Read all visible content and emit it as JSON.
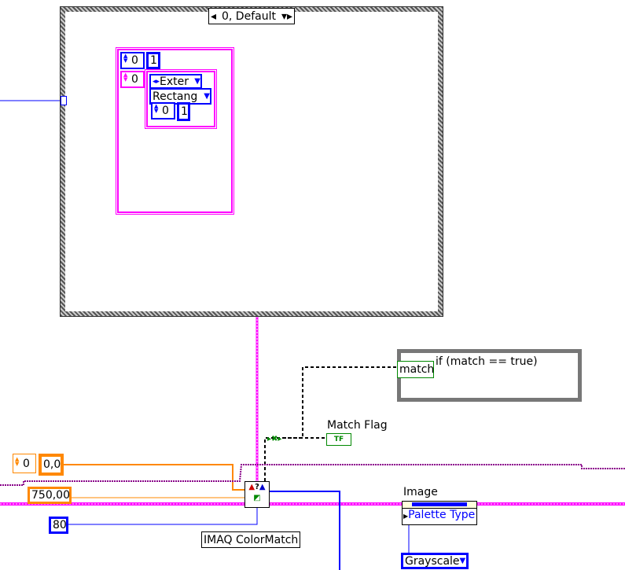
{
  "case_structure": {
    "selector": "0, Default"
  },
  "cluster_constant": {
    "array_index_outer": "0",
    "array_value_outer": "1",
    "array_index_pink": "0",
    "enum_value": "Exter",
    "ring_value": "Rectang",
    "inner_index": "0",
    "inner_value": "1"
  },
  "formula_node": {
    "input_terminal": "match",
    "code": "if (match == true)"
  },
  "indicator": {
    "label": "Match Flag",
    "terminal": "TF"
  },
  "constants": {
    "spinner_index": "0",
    "point": "0,0",
    "score_orange": "750,00",
    "number_blue": "80"
  },
  "subvi": {
    "label": "IMAQ ColorMatch"
  },
  "image_node": {
    "label": "Image",
    "property": "Palette Type",
    "palette_value": "Grayscale"
  },
  "colors": {
    "cluster": "#ff00ff",
    "numeric": "#0000ff",
    "float": "#ff8800",
    "boolean": "#008000",
    "image_wire": "#800080"
  }
}
